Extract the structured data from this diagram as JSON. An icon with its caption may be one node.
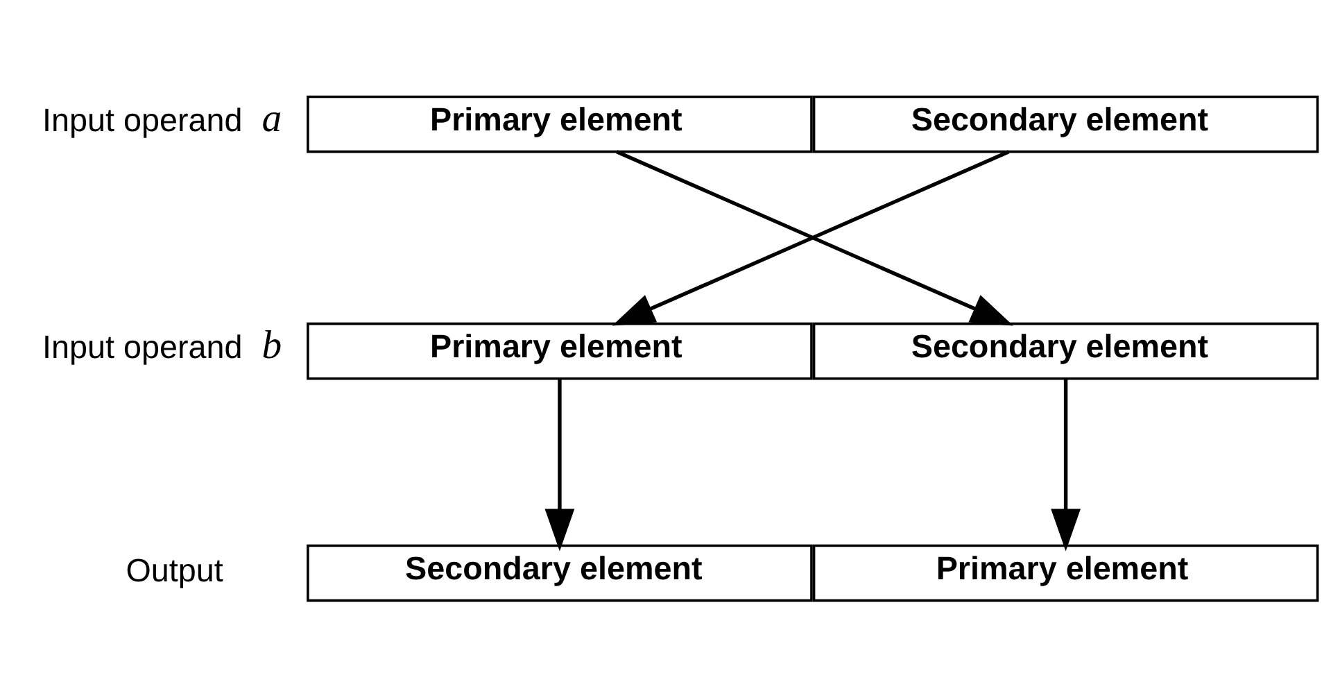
{
  "diagram": {
    "nodes": [
      {
        "text": [
          "Primary element"
        ]
      },
      {
        "text": [
          "Secondary element"
        ]
      },
      {
        "text": [
          "Primary element"
        ]
      },
      {
        "text": [
          "Secondary element"
        ]
      },
      {
        "text": [
          "Secondary element"
        ]
      },
      {
        "text": [
          "Primary element"
        ]
      }
    ],
    "edges": [
      {
        "from": 0,
        "to": 3,
        "arrow": "to"
      },
      {
        "from": 1,
        "to": 2,
        "arrow": "to"
      },
      {
        "from": 2,
        "to": 4,
        "arrow": "to"
      },
      {
        "from": 3,
        "to": 5,
        "arrow": "to"
      }
    ],
    "labels": [
      "Input operand *a*",
      "Input operand *b*",
      "Output"
    ]
  }
}
